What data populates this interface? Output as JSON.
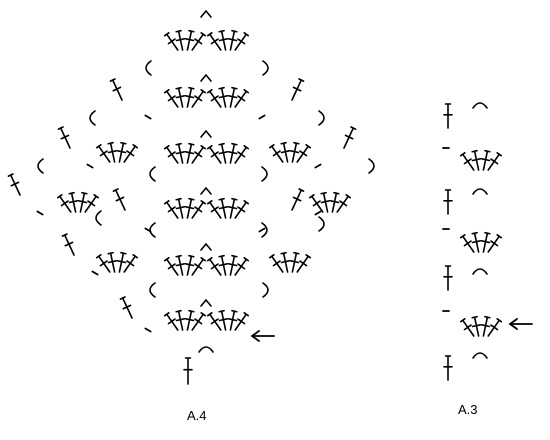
{
  "diagrams": [
    {
      "id": "a4",
      "label": "A.4",
      "start_arrow": true
    },
    {
      "id": "a3",
      "label": "A.3",
      "start_arrow": true
    }
  ],
  "symbols": {
    "chain": "arc",
    "slip_stitch": "dash",
    "treble": "cross",
    "fan": "cluster-of-trebles",
    "start_marker": "left-arrow"
  },
  "colors": {
    "ink": "#000000",
    "background": "#ffffff"
  }
}
